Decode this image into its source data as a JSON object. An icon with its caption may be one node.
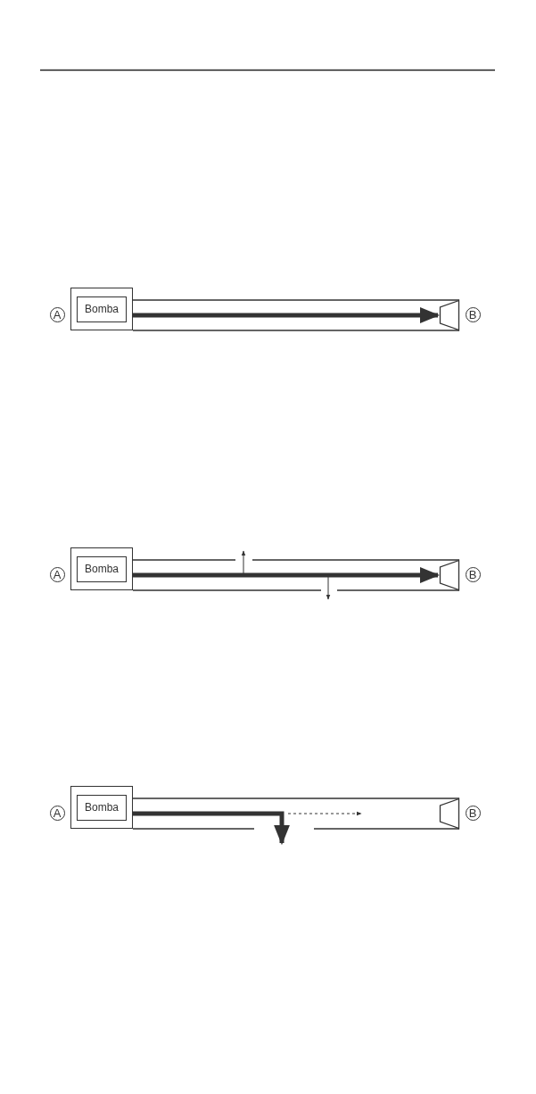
{
  "diagram": {
    "nodes": [
      {
        "text": [
          "A"
        ]
      },
      {
        "text": [],
        "shape": "box"
      },
      {
        "text": [
          "Bomba"
        ],
        "in": 1
      },
      {
        "text": [],
        "shape": "nozzle"
      },
      {
        "text": [
          "B"
        ]
      },
      {
        "text": [
          "A"
        ]
      },
      {
        "text": [],
        "shape": "box"
      },
      {
        "text": [
          "Bomba"
        ],
        "in": 6
      },
      {
        "text": [],
        "shape": "nozzle"
      },
      {
        "text": [
          "B"
        ]
      },
      {
        "text": [
          "A"
        ]
      },
      {
        "text": [],
        "shape": "box"
      },
      {
        "text": [
          "Bomba"
        ],
        "in": 11
      },
      {
        "text": [],
        "shape": "nozzle"
      },
      {
        "text": [
          "B"
        ]
      }
    ],
    "edges": [
      {
        "from": 1,
        "to": 3,
        "arrow": "to"
      },
      {
        "from": 6,
        "to": 8,
        "arrow": "to"
      },
      {
        "from": 11,
        "to": null,
        "arrow": "to"
      }
    ]
  }
}
